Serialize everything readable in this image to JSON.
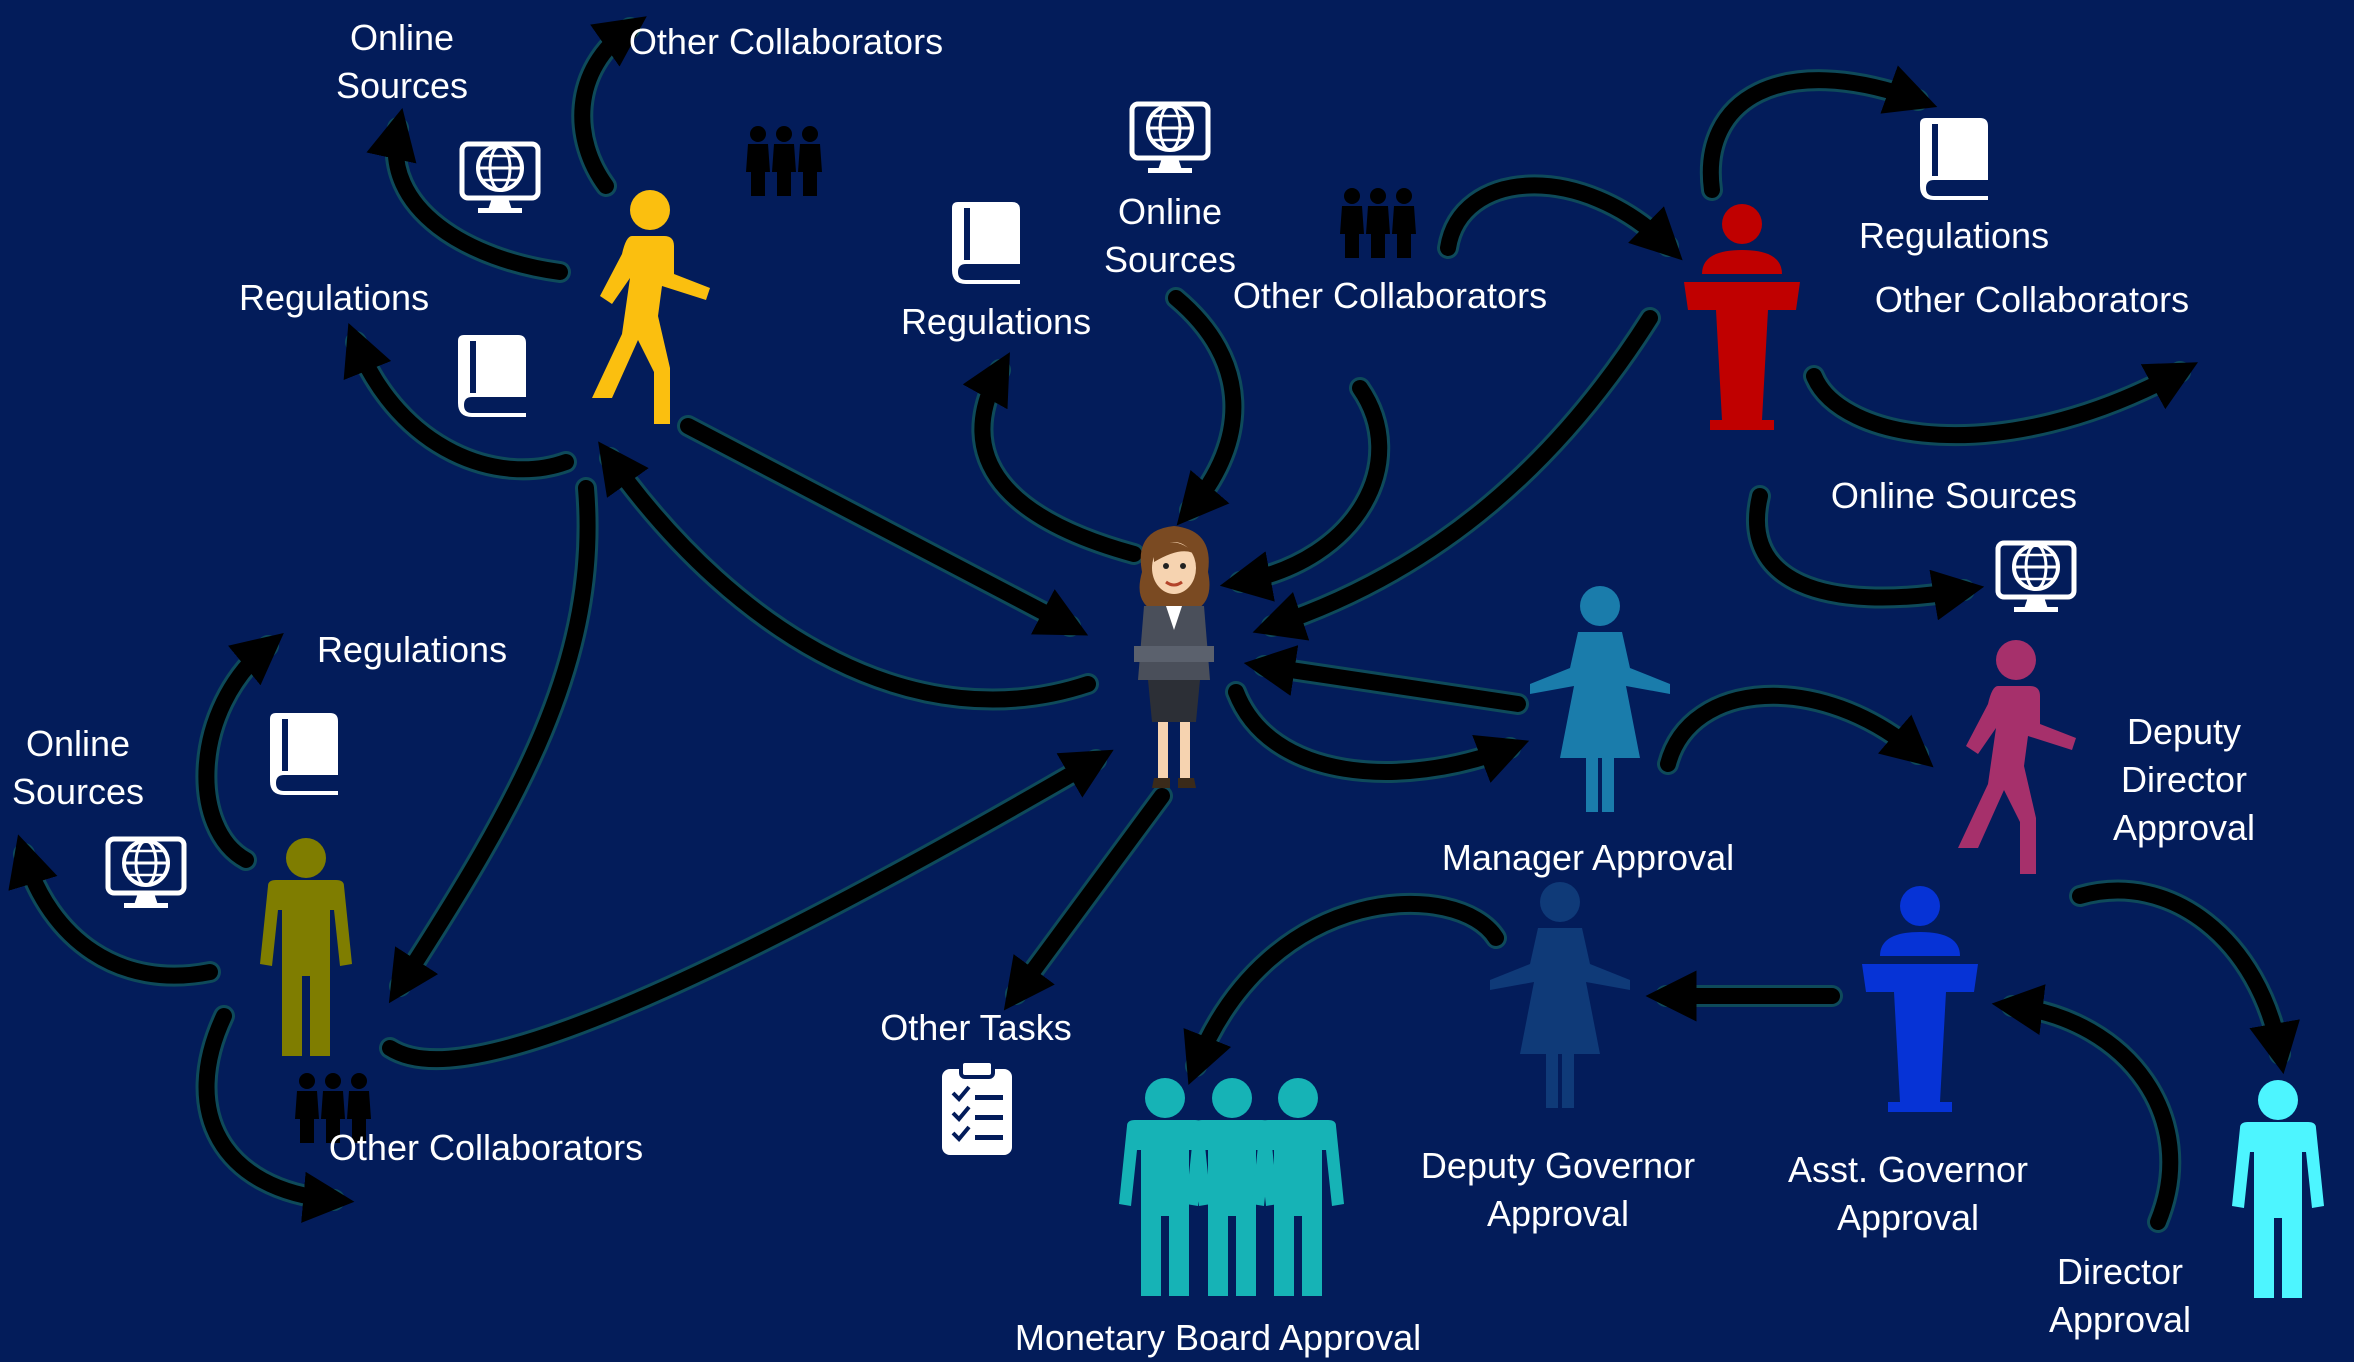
{
  "colors": {
    "background": "#031c5a",
    "arrow": "#000000",
    "arrow_glow": "#0e4a5a",
    "text": "#ffffff",
    "walker_yellow": "#fbbf0f",
    "person_olive": "#7f7d00",
    "speaker_red": "#c00000",
    "manager_teal": "#1a7cab",
    "deputy_director_plum": "#a6306b",
    "asst_governor_blue": "#0633d6",
    "deputy_governor_navy": "#0f3a78",
    "board_teal": "#16b3b6",
    "director_cyan": "#4df5ff"
  },
  "labels": {
    "online_sources": "Online\nSources",
    "online_sources_inline": "Online Sources",
    "other_collaborators": "Other Collaborators",
    "regulations": "Regulations",
    "manager_approval": "Manager Approval",
    "deputy_director_approval": "Deputy\nDirector\nApproval",
    "deputy_governor_approval": "Deputy Governor\nApproval",
    "asst_governor_approval": "Asst. Governor\nApproval",
    "director_approval": "Director\nApproval",
    "monetary_board_approval": "Monetary Board Approval",
    "other_tasks": "Other Tasks"
  },
  "icons": [
    "globe-computer-icon",
    "book-icon",
    "people-group-icon",
    "clipboard-checklist-icon",
    "walking-person-icon",
    "standing-person-icon",
    "speaker-podium-icon",
    "businesswoman-avatar"
  ]
}
